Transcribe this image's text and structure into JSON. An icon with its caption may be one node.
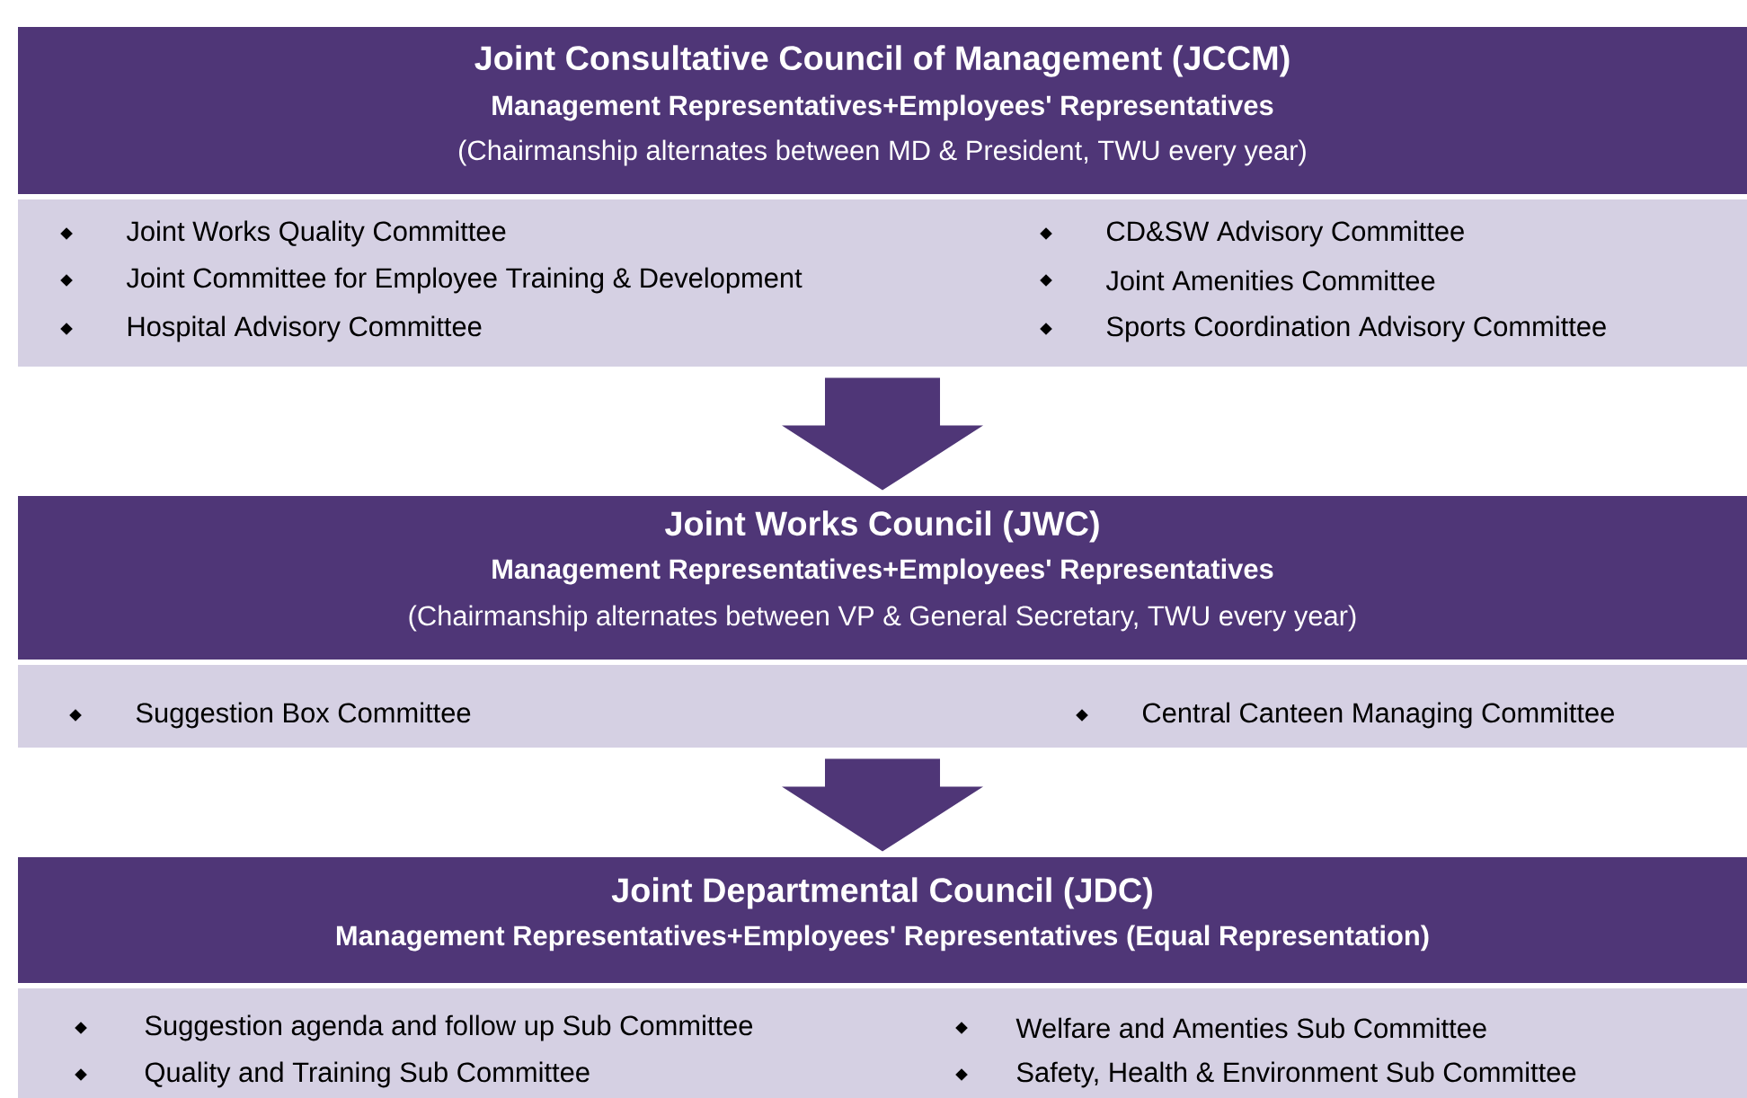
{
  "diagram": {
    "nodes": [
      {
        "text": [
          "Joint Consultative Council of Management (JCCM)",
          "Management Representatives+Employees' Representatives",
          "(Chairmanship alternates between MD & President, TWU every year)"
        ]
      },
      {
        "text": [
          "Joint Works Quality Committee",
          "Joint Committee for Employee Training & Development",
          "Hospital Advisory Committee",
          "CD&SW Advisory Committee",
          "Joint Amenities Committee",
          "Sports Coordination Advisory Committee"
        ]
      },
      {
        "text": [
          "Joint Works Council (JWC)",
          "Management Representatives+Employees' Representatives",
          "(Chairmanship alternates between VP & General Secretary, TWU every year)"
        ]
      },
      {
        "text": [
          "Suggestion Box Committee",
          "Central Canteen Managing Committee"
        ]
      },
      {
        "text": [
          "Joint Departmental Council (JDC)",
          "Management Representatives+Employees' Representatives (Equal Representation)"
        ]
      },
      {
        "text": [
          "Suggestion agenda and follow up Sub Committee",
          "Quality and Training Sub Committee",
          "Welfare and Amenties Sub Committee",
          "Safety, Health & Environment Sub Committee"
        ]
      }
    ],
    "edges": [
      {
        "from": 1,
        "to": 2,
        "arrow": "to"
      },
      {
        "from": 3,
        "to": 4,
        "arrow": "to"
      }
    ]
  }
}
